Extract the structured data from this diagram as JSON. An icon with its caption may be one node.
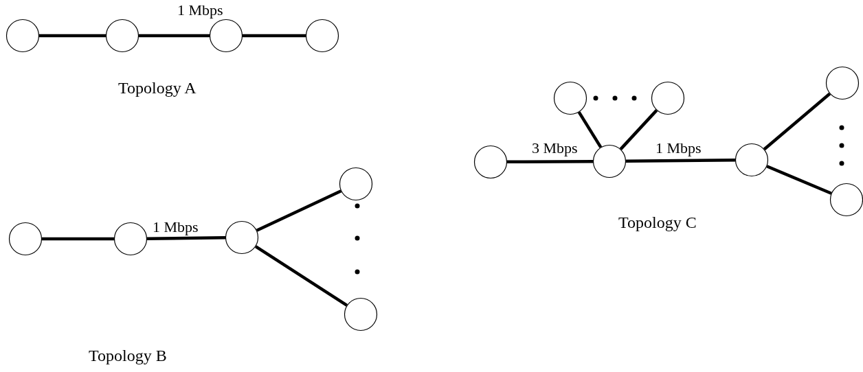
{
  "diagram": {
    "nodes": [
      {
        "text": [],
        "shape": "circle"
      },
      {
        "text": [],
        "shape": "circle"
      },
      {
        "text": [],
        "shape": "circle"
      },
      {
        "text": [],
        "shape": "circle"
      },
      {
        "text": [],
        "shape": "circle"
      },
      {
        "text": [],
        "shape": "circle"
      },
      {
        "text": [],
        "shape": "circle"
      },
      {
        "text": [],
        "shape": "circle"
      },
      {
        "text": [],
        "shape": "circle"
      },
      {
        "text": [],
        "shape": "circle"
      },
      {
        "text": [],
        "shape": "circle"
      },
      {
        "text": [],
        "shape": "circle"
      },
      {
        "text": [],
        "shape": "circle"
      },
      {
        "text": [],
        "shape": "circle"
      },
      {
        "text": [],
        "shape": "circle"
      },
      {
        "text": [],
        "shape": "circle"
      }
    ],
    "edges": [
      {
        "from": 0,
        "to": 1,
        "arrow": "none"
      },
      {
        "from": 1,
        "to": 2,
        "arrow": "none",
        "label": "1 Mbps"
      },
      {
        "from": 2,
        "to": 3,
        "arrow": "none"
      },
      {
        "from": 4,
        "to": 5,
        "arrow": "none"
      },
      {
        "from": 5,
        "to": 6,
        "arrow": "none",
        "label": "1 Mbps"
      },
      {
        "from": 6,
        "to": 7,
        "arrow": "none"
      },
      {
        "from": 6,
        "to": 8,
        "arrow": "none"
      },
      {
        "from": 9,
        "to": 12,
        "arrow": "none"
      },
      {
        "from": 10,
        "to": 12,
        "arrow": "none"
      },
      {
        "from": 11,
        "to": 12,
        "arrow": "none",
        "label": "3 Mbps"
      },
      {
        "from": 12,
        "to": 13,
        "arrow": "none",
        "label": "1 Mbps"
      },
      {
        "from": 13,
        "to": 14,
        "arrow": "none"
      },
      {
        "from": 13,
        "to": 15,
        "arrow": "none"
      }
    ],
    "labels": [
      "Topology A",
      "Topology B",
      "Topology C"
    ]
  }
}
